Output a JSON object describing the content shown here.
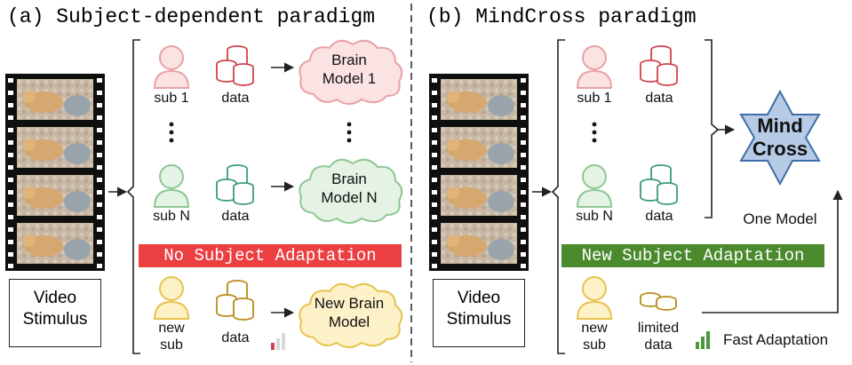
{
  "panel_a": {
    "title": "(a) Subject-dependent paradigm",
    "video_label_1": "Video",
    "video_label_2": "Stimulus",
    "subjects": [
      {
        "sub_label": "sub 1",
        "data_label": "data",
        "model_line1": "Brain",
        "model_line2": "Model 1"
      },
      {
        "sub_label": "sub N",
        "data_label": "data",
        "model_line1": "Brain",
        "model_line2": "Model N"
      }
    ],
    "banner": "No Subject Adaptation",
    "new_sub": {
      "line1": "new",
      "line2": "sub",
      "data_label": "data",
      "model_line1": "New Brain",
      "model_line2": "Model"
    }
  },
  "panel_b": {
    "title": "(b) MindCross paradigm",
    "video_label_1": "Video",
    "video_label_2": "Stimulus",
    "subjects": [
      {
        "sub_label": "sub 1",
        "data_label": "data"
      },
      {
        "sub_label": "sub N",
        "data_label": "data"
      }
    ],
    "star_line1": "Mind",
    "star_line2": "Cross",
    "one_model": "One Model",
    "banner": "New Subject Adaptation",
    "new_sub": {
      "line1": "new",
      "line2": "sub",
      "data_line1": "limited",
      "data_line2": "data"
    },
    "fast_adaptation": "Fast Adaptation"
  },
  "colors": {
    "pink_person": "#e8a2a6",
    "pink_fill": "#fbe3e4",
    "green_person": "#8fc693",
    "green_fill": "#e4f3e4",
    "yellow_person": "#e8c34f",
    "yellow_fill": "#fdf1c8",
    "db_red": "#d2424e",
    "db_teal": "#3a9a7c",
    "db_gold": "#b98b1a",
    "banner_red": "#ec3f41",
    "banner_green": "#4a8a2c",
    "star_fill": "#b6cbe6",
    "star_stroke": "#3f6ea8"
  },
  "icons": [
    "person-icon",
    "database-icon",
    "cloud-icon",
    "film-strip-icon",
    "star-icon",
    "signal-bars-icon",
    "arrow-icon"
  ]
}
